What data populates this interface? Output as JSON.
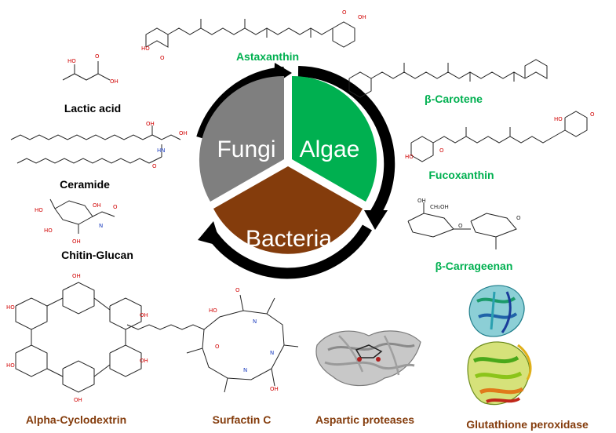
{
  "cycle": {
    "segments": [
      {
        "label": "Fungi",
        "color": "#7f7f7f"
      },
      {
        "label": "Algae",
        "color": "#00b050"
      },
      {
        "label": "Bacteria",
        "color": "#843c0c"
      }
    ]
  },
  "compounds": {
    "algae": [
      {
        "label": "Astaxanthin",
        "color": "#00b050"
      },
      {
        "label": "β-Carotene",
        "color": "#00b050"
      },
      {
        "label": "Fucoxanthin",
        "color": "#00b050"
      },
      {
        "label": "β-Carrageenan",
        "color": "#00b050"
      }
    ],
    "fungi": [
      {
        "label": "Lactic acid",
        "color": "#000000"
      },
      {
        "label": "Ceramide",
        "color": "#000000"
      },
      {
        "label": "Chitin-Glucan",
        "color": "#000000"
      }
    ],
    "bacteria": [
      {
        "label": "Alpha-Cyclodextrin",
        "color": "#843c0c"
      },
      {
        "label": "Surfactin C",
        "color": "#843c0c"
      },
      {
        "label": "Aspartic proteases",
        "color": "#843c0c"
      },
      {
        "label": "Glutathione peroxidase",
        "color": "#843c0c"
      }
    ]
  }
}
